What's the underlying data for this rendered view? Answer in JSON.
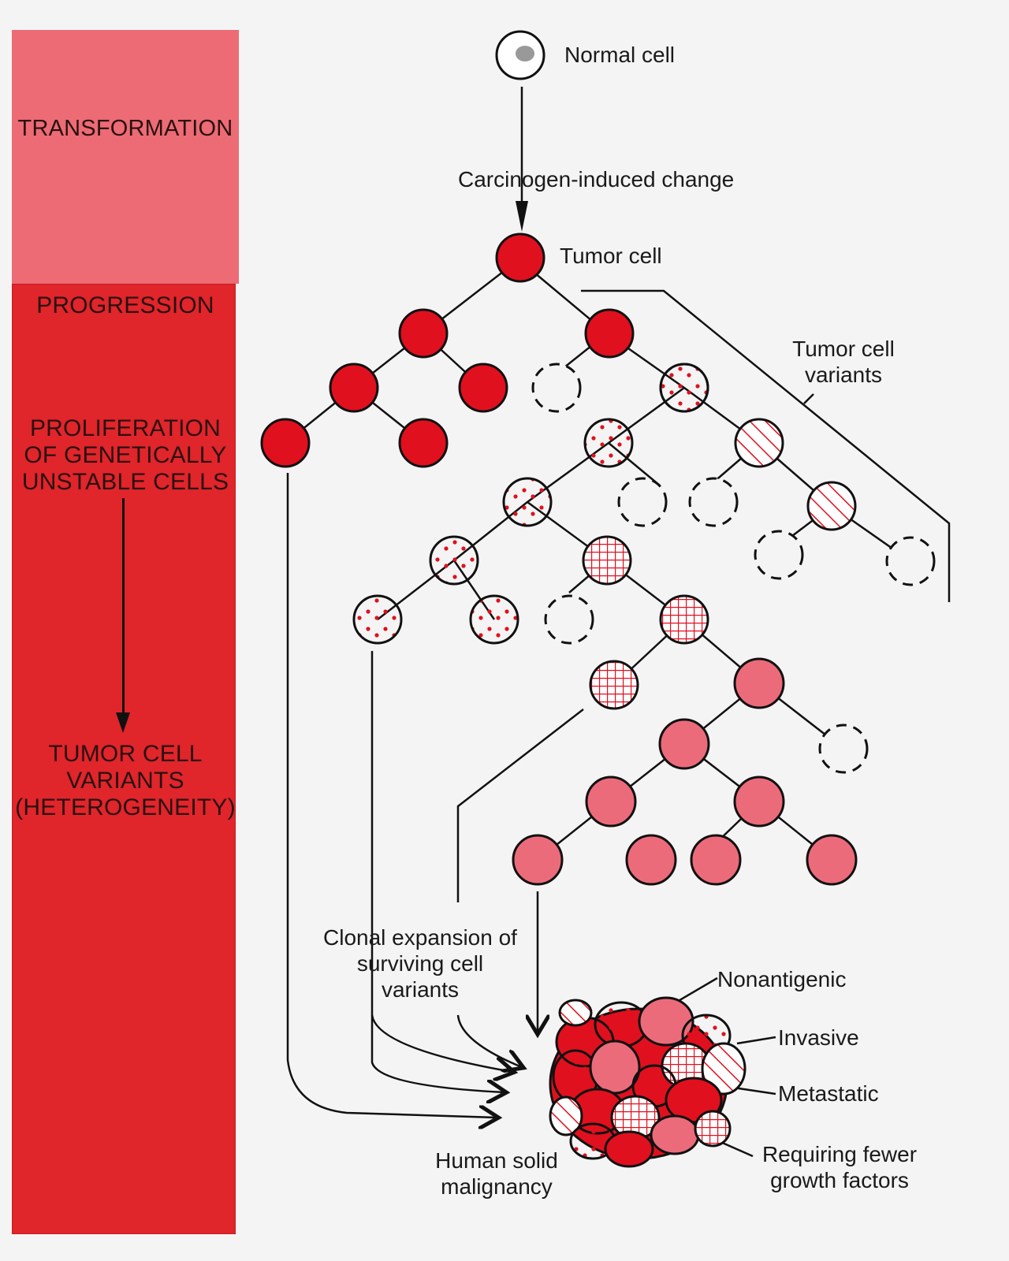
{
  "stages": {
    "transformation": "TRANSFORMATION",
    "progression": "PROGRESSION",
    "proliferation": [
      "PROLIFERATION",
      "OF GENETICALLY",
      "UNSTABLE CELLS"
    ],
    "variants": [
      "TUMOR CELL",
      "VARIANTS",
      "(HETEROGENEITY)"
    ]
  },
  "labels": {
    "normal_cell": "Normal cell",
    "carcinogen": "Carcinogen-induced change",
    "tumor_cell": "Tumor cell",
    "tumor_cell_variants": [
      "Tumor cell",
      "variants"
    ],
    "clonal_expansion": [
      "Clonal expansion of",
      "surviving cell",
      "variants"
    ],
    "human_solid": [
      "Human solid",
      "malignancy"
    ],
    "nonantigenic": "Nonantigenic",
    "invasive": "Invasive",
    "metastatic": "Metastatic",
    "fewer_growth": [
      "Requiring fewer",
      "growth factors"
    ]
  },
  "colors": {
    "transformation_band": "#ec6b74",
    "progression_band": "#e0252b",
    "tumor_red": "#e0101e",
    "pink_variant": "#ec6b7a",
    "dot_red": "#e0101e"
  }
}
